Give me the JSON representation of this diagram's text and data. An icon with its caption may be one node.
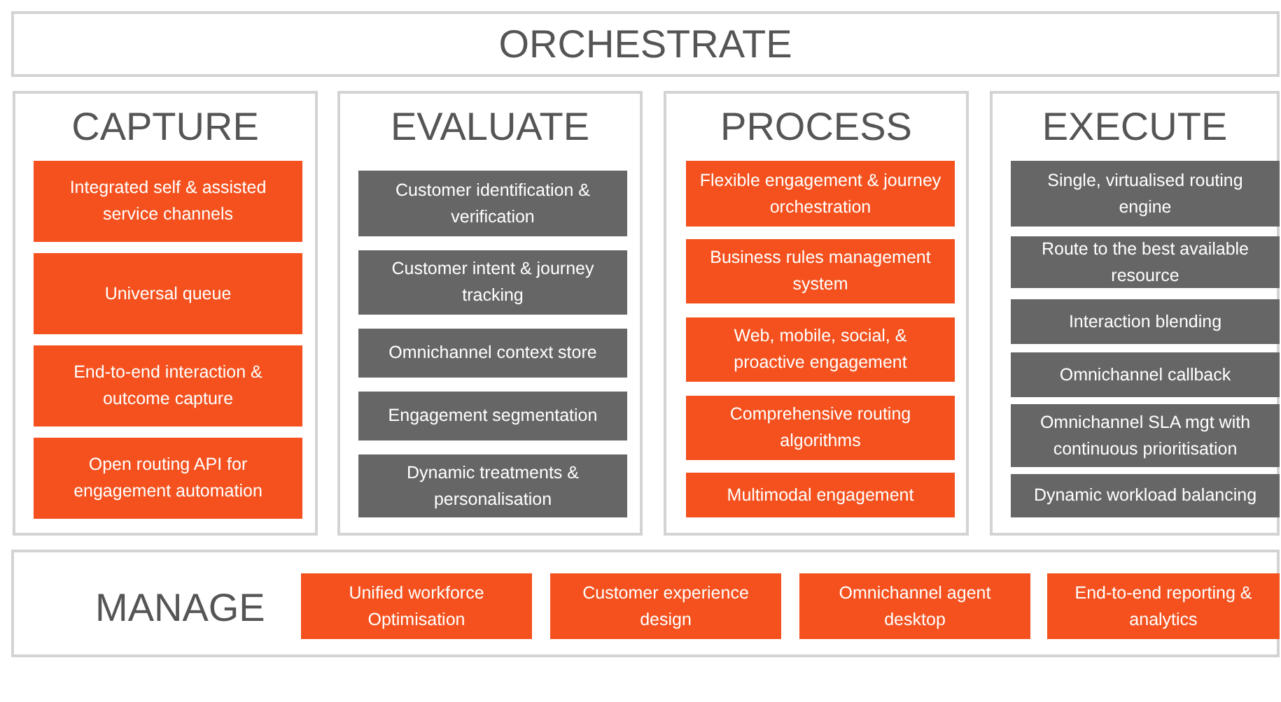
{
  "diagram": {
    "nodes": [
      {
        "text": [
          "ORCHESTRATE"
        ]
      },
      {
        "text": [
          "CAPTURE"
        ]
      },
      {
        "text": [
          "Integrated self & assisted service channels"
        ],
        "in": 1
      },
      {
        "text": [
          "Universal queue"
        ],
        "in": 1
      },
      {
        "text": [
          "End-to-end interaction & outcome capture"
        ],
        "in": 1
      },
      {
        "text": [
          "Open routing API for engagement automation"
        ],
        "in": 1
      },
      {
        "text": [
          "EVALUATE"
        ]
      },
      {
        "text": [
          "Customer identification & verification"
        ],
        "in": 6
      },
      {
        "text": [
          "Customer intent & journey tracking"
        ],
        "in": 6
      },
      {
        "text": [
          "Omnichannel context store"
        ],
        "in": 6
      },
      {
        "text": [
          "Engagement segmentation"
        ],
        "in": 6
      },
      {
        "text": [
          "Dynamic treatments & personalisation"
        ],
        "in": 6
      },
      {
        "text": [
          "PROCESS"
        ]
      },
      {
        "text": [
          "Flexible engagement & journey orchestration"
        ],
        "in": 12
      },
      {
        "text": [
          "Business rules management system"
        ],
        "in": 12
      },
      {
        "text": [
          "Web, mobile, social, & proactive engagement"
        ],
        "in": 12
      },
      {
        "text": [
          "Comprehensive routing algorithms"
        ],
        "in": 12
      },
      {
        "text": [
          "Multimodal engagement"
        ],
        "in": 12
      },
      {
        "text": [
          "EXECUTE"
        ]
      },
      {
        "text": [
          "Single, virtualised routing engine"
        ],
        "in": 18
      },
      {
        "text": [
          "Route to the best available resource"
        ],
        "in": 18
      },
      {
        "text": [
          "Interaction blending"
        ],
        "in": 18
      },
      {
        "text": [
          "Omnichannel callback"
        ],
        "in": 18
      },
      {
        "text": [
          "Omnichannel SLA mgt with continuous prioritisation"
        ],
        "in": 18
      },
      {
        "text": [
          "Dynamic workload balancing"
        ],
        "in": 18
      },
      {
        "text": [
          "MANAGE"
        ]
      },
      {
        "text": [
          "Unified workforce Optimisation"
        ],
        "in": 25
      },
      {
        "text": [
          "Customer experience design"
        ],
        "in": 25
      },
      {
        "text": [
          "Omnichannel agent desktop"
        ],
        "in": 25
      },
      {
        "text": [
          "End-to-end reporting & analytics"
        ],
        "in": 25
      }
    ]
  }
}
